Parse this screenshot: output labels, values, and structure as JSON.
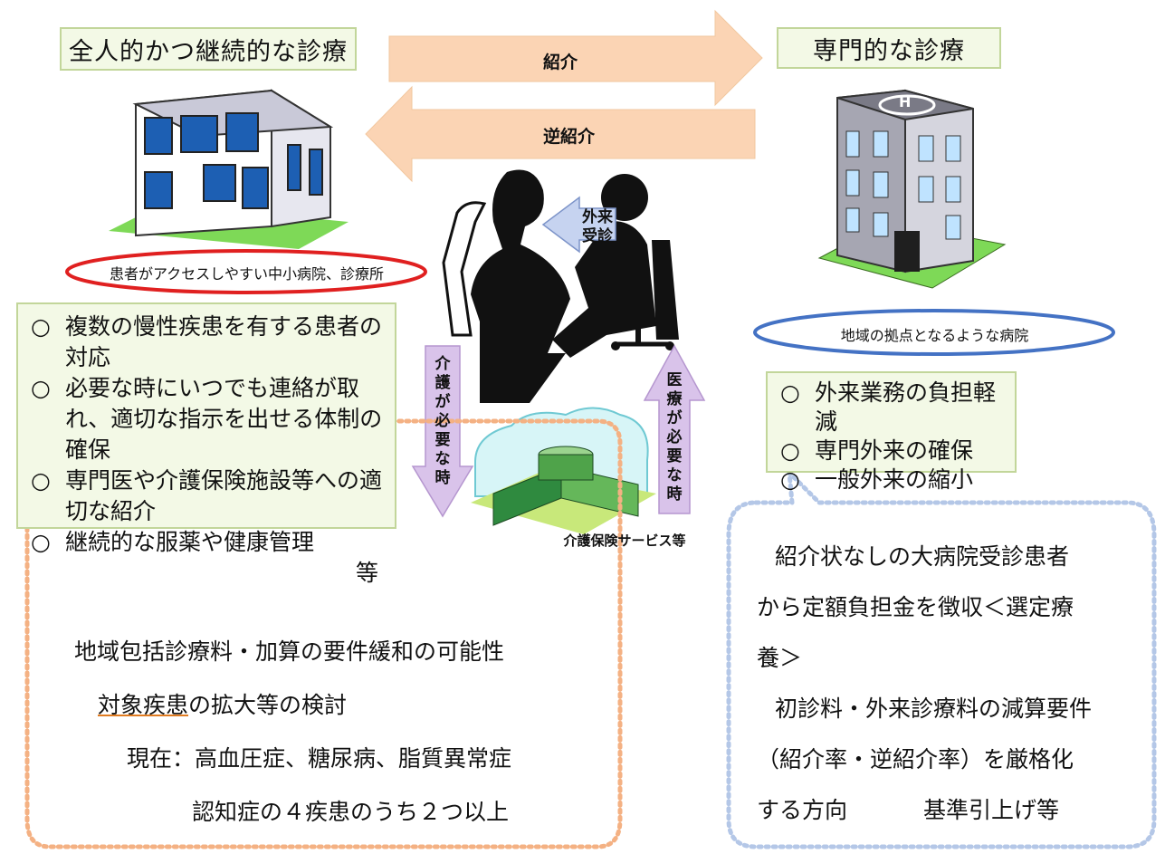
{
  "left_header": "全人的かつ継続的な診療",
  "right_header": "専門的な診療",
  "arrow_referral": "紹介",
  "arrow_reverse_referral": "逆紹介",
  "outpatient_tag": [
    "外来",
    "受診"
  ],
  "left_facility_caption": "患者がアクセスしやすい中小病院、診療所",
  "right_facility_caption": "地域の拠点となるような病院",
  "helipad_letter": "H",
  "care_needed": "介護が必要な時",
  "medical_needed": "医療が必要な時",
  "care_facility_caption": "介護保険サービス等",
  "bullet_mark": "○",
  "left_list": [
    "複数の慢性疾患を有する患者の対応",
    "必要な時にいつでも連絡が取れ、適切な指示を出せる体制の確保",
    "専門医や介護保険施設等への適切な紹介",
    "継続的な服薬や健康管理"
  ],
  "left_list_suffix": "等",
  "right_list": [
    "外来業務の負担軽減",
    "専門外来の確保",
    "一般外来の縮小"
  ],
  "bottom_left_bubble": {
    "line1": "地域包括診療料・加算の要件緩和の可能性",
    "line2_underlined": "対象疾患",
    "line2_rest": "の拡大等の検討",
    "line3": "現在：高血圧症、糖尿病、脂質異常症",
    "line4": "認知症の４疾患のうち２つ以上"
  },
  "bottom_right_bubble": {
    "line1": "紹介状なしの大病院受診患者",
    "line2": "から定額負担金を徴収＜選定療",
    "line3": "養＞",
    "line4": "初診料・外来診療料の減算要件",
    "line5": "（紹介率・逆紹介率）を厳格化",
    "line6a": "する方向",
    "line6b": "基準引上げ等"
  },
  "colors": {
    "box_fill": "#f3f9e6",
    "box_border": "#c2d69a",
    "arrow_fill": "#fbd4b4",
    "lavender": "#d9c3ea",
    "red_ellipse": "#e02020",
    "blue_ellipse": "#4472c4",
    "orange_dots": "#f4b183",
    "blue_dots": "#b4c7e7"
  }
}
